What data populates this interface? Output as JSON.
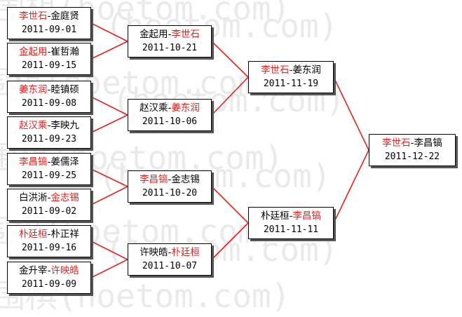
{
  "watermark": {
    "text": "(hoetom.com)",
    "prefix": "围棋"
  },
  "colors": {
    "winner": "#e0221f",
    "line": "#e0221f",
    "text": "#000000"
  },
  "rounds": [
    [
      {
        "p1": "李世石",
        "p2": "金庭贤",
        "date": "2011-09-01",
        "winner": 0
      },
      {
        "p1": "金起用",
        "p2": "崔哲瀚",
        "date": "2011-09-15",
        "winner": 0
      },
      {
        "p1": "姜东润",
        "p2": "睦镇硕",
        "date": "2011-09-08",
        "winner": 0
      },
      {
        "p1": "赵汉乘",
        "p2": "李映九",
        "date": "2011-09-23",
        "winner": 0
      },
      {
        "p1": "李昌镐",
        "p2": "姜儒泽",
        "date": "2011-09-25",
        "winner": 0
      },
      {
        "p1": "白洪淅",
        "p2": "金志锡",
        "date": "2011-09-02",
        "winner": 1
      },
      {
        "p1": "朴廷桓",
        "p2": "朴正祥",
        "date": "2011-09-16",
        "winner": 0
      },
      {
        "p1": "金升宰",
        "p2": "许映皓",
        "date": "2011-09-09",
        "winner": 1
      }
    ],
    [
      {
        "p1": "金起用",
        "p2": "李世石",
        "date": "2011-10-21",
        "winner": 1
      },
      {
        "p1": "赵汉乘",
        "p2": "姜东润",
        "date": "2011-10-06",
        "winner": 1
      },
      {
        "p1": "李昌镐",
        "p2": "金志锡",
        "date": "2011-10-20",
        "winner": 0
      },
      {
        "p1": "许映皓",
        "p2": "朴廷桓",
        "date": "2011-10-07",
        "winner": 1
      }
    ],
    [
      {
        "p1": "李世石",
        "p2": "姜东润",
        "date": "2011-11-19",
        "winner": 0
      },
      {
        "p1": "朴廷桓",
        "p2": "李昌镐",
        "date": "2011-11-11",
        "winner": 1
      }
    ],
    [
      {
        "p1": "李世石",
        "p2": "李昌镐",
        "date": "2011-12-22",
        "winner": 0
      }
    ]
  ]
}
